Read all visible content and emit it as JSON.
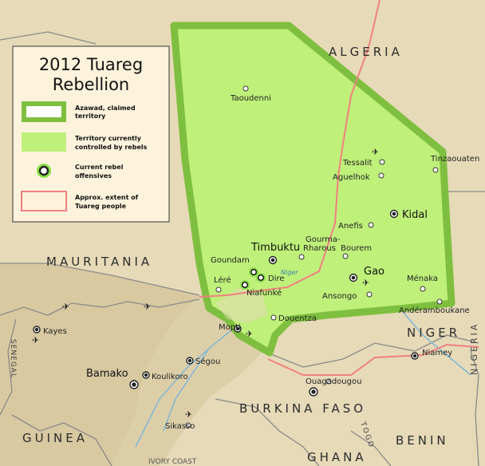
{
  "legend": {
    "title_line1": "2012 Tuareg",
    "title_line2": "Rebellion",
    "items": [
      {
        "line1": "Azawad, claimed",
        "line2": "territory"
      },
      {
        "line1": "Territory currently",
        "line2": "controlled by rebels"
      },
      {
        "line1": "Current rebel",
        "line2": "offensives"
      },
      {
        "line1": "Approx. extent of",
        "line2": "Tuareg people"
      }
    ]
  },
  "colors": {
    "azawad_border": "#7fbf3f",
    "rebel_fill": "#bff07a",
    "tuareg_extent": "#f08080",
    "land_background": "#e6dab8",
    "mali_south": "#d8c9a1"
  },
  "countries": {
    "algeria": "ALGERIA",
    "mauritania": "MAURITANIA",
    "niger": "NIGER",
    "burkina": "BURKINA FASO",
    "guinea": "GUINEA",
    "ghana": "GHANA",
    "benin": "BENIN",
    "senegal": "SENEGAL",
    "nigeria": "NIGERIA",
    "togo": "TOGO",
    "ivory_coast": "IVORY COAST"
  },
  "places": {
    "taoudenni": "Taoudenni",
    "tessalit": "Tessalit",
    "tinzaouaten": "Tinzaouaten",
    "aguelhok": "Aguelhok",
    "kidal": "Kidal",
    "anefis": "Anefis",
    "timbuktu": "Timbuktu",
    "gourma1": "Gourma-",
    "gourma2": "Rharous",
    "bourem": "Bourem",
    "goundam": "Goundam",
    "dire": "Dire",
    "gao": "Gao",
    "menaka": "Ménaka",
    "lere": "Léré",
    "niafunke": "Niafunké",
    "ansongo": "Ansongo",
    "anderamboukane": "Andéramboukane",
    "kayes": "Kayes",
    "mopti": "Mopti",
    "douentza": "Douentza",
    "niamey": "Niamey",
    "segou": "Ségou",
    "bamako": "Bamako",
    "koulikoro": "Koulikoro",
    "ouagadougou": "Ouagadougou",
    "sikasso": "Sikasso",
    "niger_river": "Niger"
  }
}
